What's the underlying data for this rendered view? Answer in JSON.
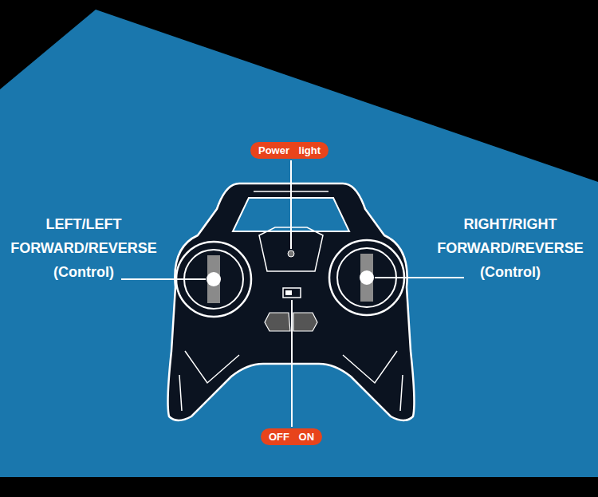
{
  "diagram": {
    "nodes": [
      {
        "text": [
          "Power light"
        ]
      },
      {
        "text": [
          "OFF ON"
        ]
      }
    ],
    "labels": [
      "LEFT/LEFT FORWARD/REVERSE (Control)",
      "RIGHT/RIGHT FORWARD/REVERSE (Control)"
    ]
  }
}
